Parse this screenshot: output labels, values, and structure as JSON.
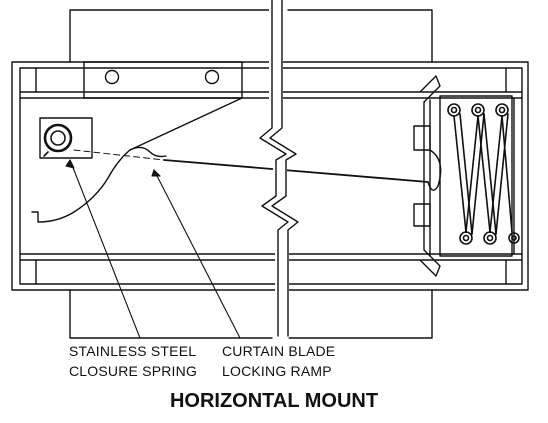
{
  "diagram": {
    "callouts": [
      {
        "line1": "STAINLESS STEEL",
        "line2": "CLOSURE SPRING"
      },
      {
        "line1": "CURTAIN BLADE",
        "line2": "LOCKING RAMP"
      }
    ],
    "caption": "HORIZONTAL MOUNT"
  }
}
